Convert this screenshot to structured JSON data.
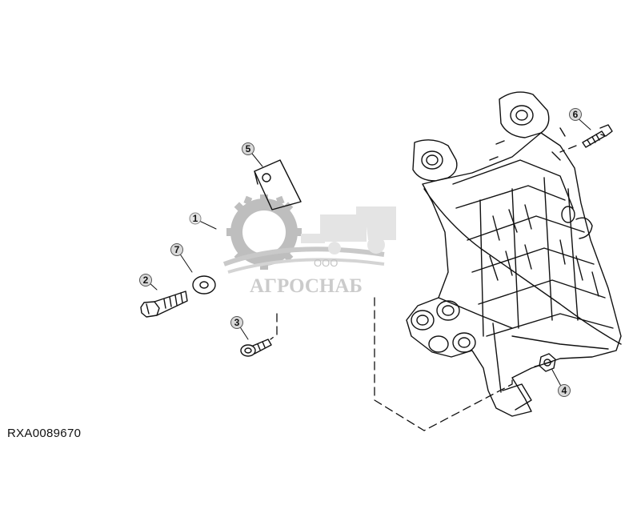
{
  "callouts": [
    {
      "number": "1"
    },
    {
      "number": "2"
    },
    {
      "number": "3"
    },
    {
      "number": "4"
    },
    {
      "number": "5"
    },
    {
      "number": "6"
    },
    {
      "number": "7"
    }
  ],
  "reference_code": "RXA0089670",
  "watermark": {
    "prefix": "ООО",
    "name": "АГРОСНАБ"
  },
  "colors": {
    "line": "#111111",
    "callout_fill": "#d9d9d9",
    "watermark_gear": "#b5b5b5",
    "watermark_text": "#c9c9c9"
  }
}
